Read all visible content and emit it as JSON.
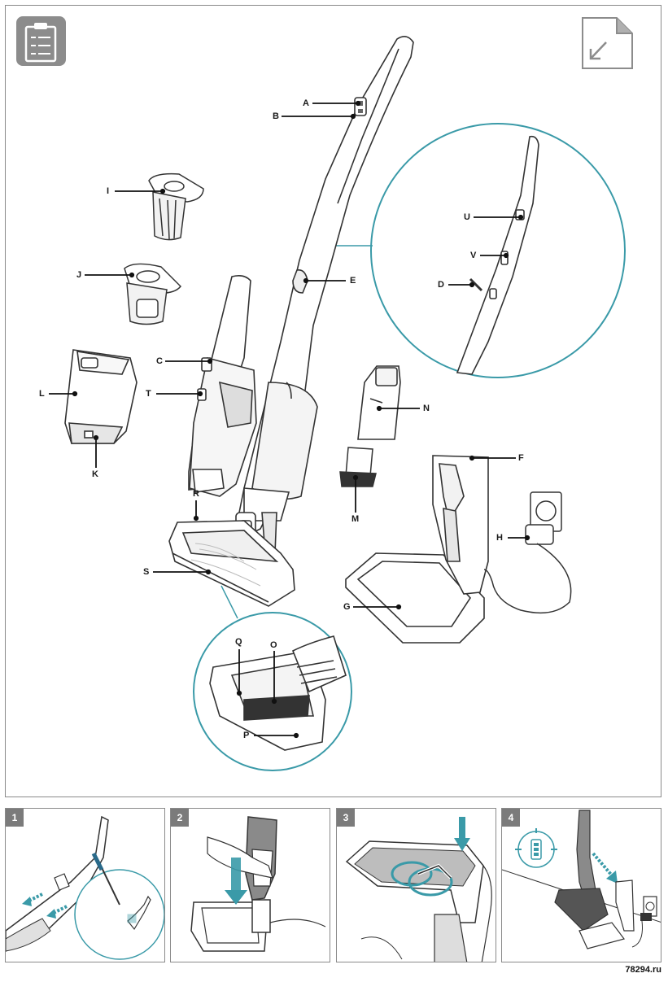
{
  "callouts": {
    "A": "A",
    "B": "B",
    "C": "C",
    "D": "D",
    "E": "E",
    "F": "F",
    "G": "G",
    "H": "H",
    "I": "I",
    "J": "J",
    "K": "K",
    "L": "L",
    "M": "M",
    "N": "N",
    "O": "O",
    "P": "P",
    "Q": "Q",
    "R": "R",
    "S": "S",
    "T": "T",
    "U": "U",
    "V": "V"
  },
  "steps": [
    {
      "number": "1",
      "icon": "screwdriver-battery-icon"
    },
    {
      "number": "2",
      "icon": "insert-handheld-icon"
    },
    {
      "number": "3",
      "icon": "wrap-cord-icon"
    },
    {
      "number": "4",
      "icon": "charging-icon"
    }
  ],
  "page_id": "78294.ru",
  "icons": {
    "top_left": "clipboard-checklist-icon",
    "top_right": "document-corner-arrow-icon"
  },
  "colors": {
    "accent": "#3a9aa8",
    "line": "#333333",
    "badge": "#7b7b7b"
  }
}
